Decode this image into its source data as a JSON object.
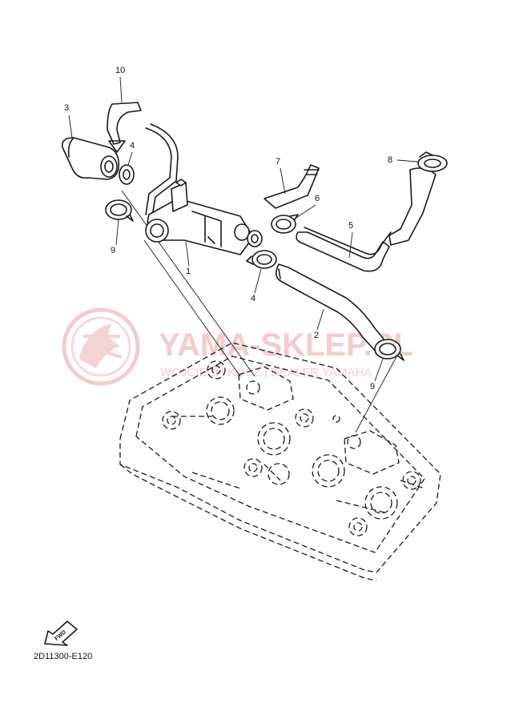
{
  "callouts": [
    {
      "id": "c10",
      "label": "10"
    },
    {
      "id": "c3",
      "label": "3"
    },
    {
      "id": "c4a",
      "label": "4"
    },
    {
      "id": "c9a",
      "label": "9"
    },
    {
      "id": "c1",
      "label": "1"
    },
    {
      "id": "c7",
      "label": "7"
    },
    {
      "id": "c6",
      "label": "6"
    },
    {
      "id": "c8",
      "label": "8"
    },
    {
      "id": "c5",
      "label": "5"
    },
    {
      "id": "c4b",
      "label": "4"
    },
    {
      "id": "c2",
      "label": "2"
    },
    {
      "id": "c9b",
      "label": "9"
    }
  ],
  "watermark": {
    "title": "YAMA-SKLEP.PL",
    "subtitle": "WOJCIECH KOCZ | DEALER YAMAHA",
    "color": "#e88a8a"
  },
  "fwd_label": "FWD",
  "diagram_code": "2D11300-E120"
}
